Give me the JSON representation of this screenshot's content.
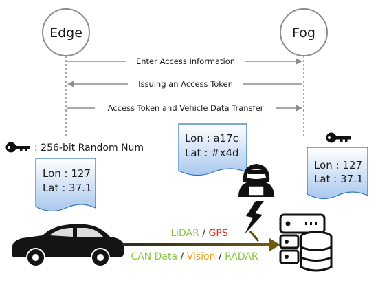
{
  "nodes": {
    "edge_label": "Edge",
    "fog_label": "Fog"
  },
  "messages": [
    {
      "text": "Enter Access Information",
      "direction": "edge-to-fog"
    },
    {
      "text": "Issuing an Access Token",
      "direction": "fog-to-edge"
    },
    {
      "text": "Access Token and Vehicle Data Transfer",
      "direction": "edge-to-fog"
    }
  ],
  "key_legend": {
    "text": ": 256-bit Random Num"
  },
  "documents": {
    "edge": {
      "line1": "Lon : 127",
      "line2": "Lat : 37.1"
    },
    "encrypted": {
      "line1": "Lon : a17c",
      "line2": "Lat : #x4d"
    },
    "fog": {
      "line1": "Lon : 127",
      "line2": "Lat : 37.1"
    }
  },
  "data_flow": {
    "top": [
      {
        "text": "LiDAR",
        "color": "#8cc63f"
      },
      {
        "text": " / ",
        "color": "#222222"
      },
      {
        "text": "GPS",
        "color": "#e2231a"
      }
    ],
    "bottom": [
      {
        "text": "CAN Data",
        "color": "#8cc63f"
      },
      {
        "text": " / ",
        "color": "#222222"
      },
      {
        "text": "Vision",
        "color": "#f39c12"
      },
      {
        "text": " / ",
        "color": "#222222"
      },
      {
        "text": "RADAR",
        "color": "#8cc63f"
      }
    ]
  },
  "colors": {
    "doc_fill_top": "#ffffff",
    "doc_fill_bottom": "#a9c8ee",
    "doc_stroke": "#2e75b6",
    "arrow_gray": "#8c8c8c",
    "flow_line": "#5a4a0d"
  },
  "icons": [
    "key-icon",
    "car-icon",
    "hacker-icon",
    "lightning-icon",
    "database-server-icon"
  ]
}
